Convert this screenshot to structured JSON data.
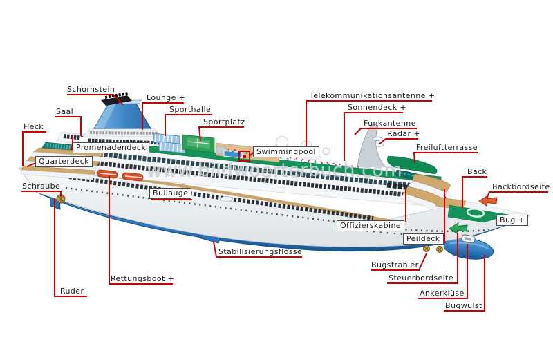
{
  "watermark": "www.bildwoerterbuch.com",
  "colors": {
    "leader_line": "#cc0000",
    "label_text": "#1a1a1a",
    "label_box_border": "#4d4d4d",
    "hull_blue": "#2e7bc0",
    "deck_green": "#12945a",
    "funnel_blue": "#4a90c8",
    "wood_deck_gold": "#cfa86c",
    "glass_teal": "#0e7f78",
    "port_arrow_orange": "#e25b2d",
    "starboard_arrow_green": "#2ba457"
  },
  "labels": {
    "schornstein": {
      "text": "Schornstein"
    },
    "saal": {
      "text": "Saal"
    },
    "heck": {
      "text": "Heck"
    },
    "lounge": {
      "text": "Lounge +"
    },
    "sporthalle": {
      "text": "Sporthalle"
    },
    "sportplatz": {
      "text": "Sportplatz"
    },
    "promenadendeck": {
      "text": "Promenadendeck"
    },
    "quarterdeck": {
      "text": "Quarterdeck"
    },
    "schraube": {
      "text": "Schraube"
    },
    "bullauge": {
      "text": "Bullauge"
    },
    "swimmingpool": {
      "text": "Swimmingpool"
    },
    "rettungsboot": {
      "text": "Rettungsboot +"
    },
    "ruder": {
      "text": "Ruder"
    },
    "stabilisierungsflosse": {
      "text": "Stabilisierungsflosse"
    },
    "telekommunikationsantenne": {
      "text": "Telekommunikationsantenne +"
    },
    "sonnendeck": {
      "text": "Sonnendeck +"
    },
    "funkantenne": {
      "text": "Funkantenne"
    },
    "radar": {
      "text": "Radar +"
    },
    "freiluftterrasse": {
      "text": "Freiluftterrasse"
    },
    "back": {
      "text": "Back"
    },
    "backbordseite": {
      "text": "Backbordseite"
    },
    "bug": {
      "text": "Bug +"
    },
    "offizierskabine": {
      "text": "Offizierskabine"
    },
    "peildeck": {
      "text": "Peildeck"
    },
    "bugstrahler": {
      "text": "Bugstrahler"
    },
    "steuerbordseite": {
      "text": "Steuerbordseite"
    },
    "ankerkluese": {
      "text": "Ankerklüse"
    },
    "bugwulst": {
      "text": "Bugwulst"
    }
  }
}
